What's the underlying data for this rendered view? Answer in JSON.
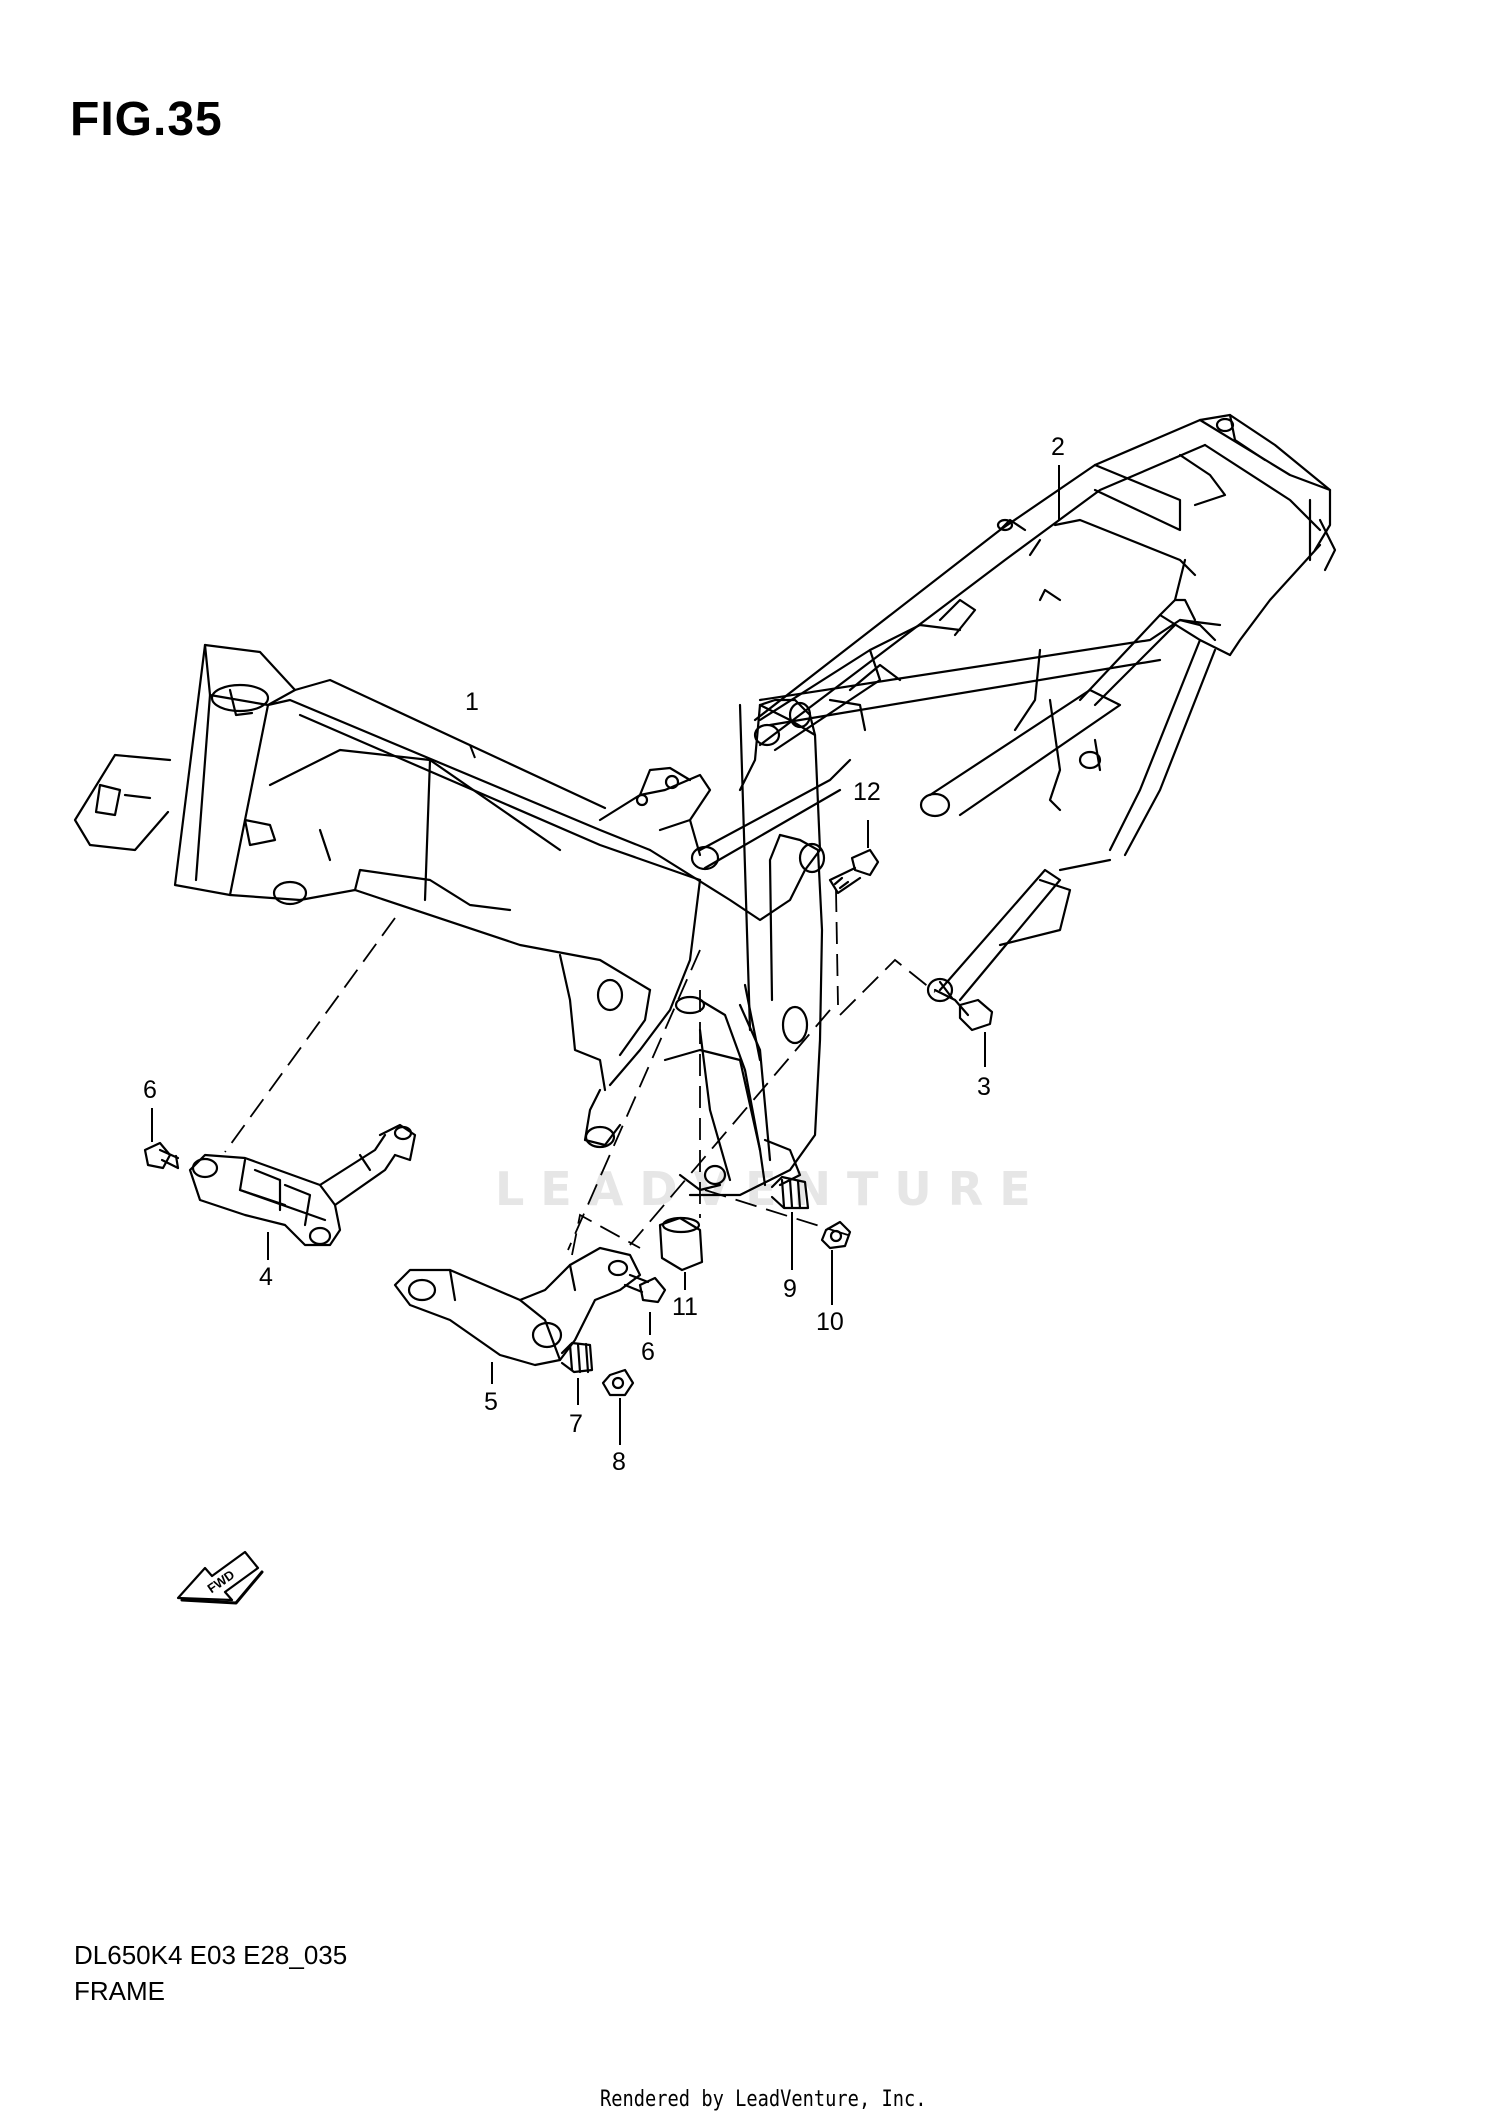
{
  "figure": {
    "title": "FIG.35",
    "model_code": "DL650K4 E03 E28_035",
    "section": "FRAME"
  },
  "watermark": "LEADVENTURE",
  "fwd_label": "FWD",
  "callouts": [
    "1",
    "2",
    "3",
    "4",
    "5",
    "6",
    "6",
    "7",
    "8",
    "9",
    "10",
    "11",
    "12"
  ],
  "footer": {
    "credit": "Rendered by LeadVenture, Inc."
  }
}
